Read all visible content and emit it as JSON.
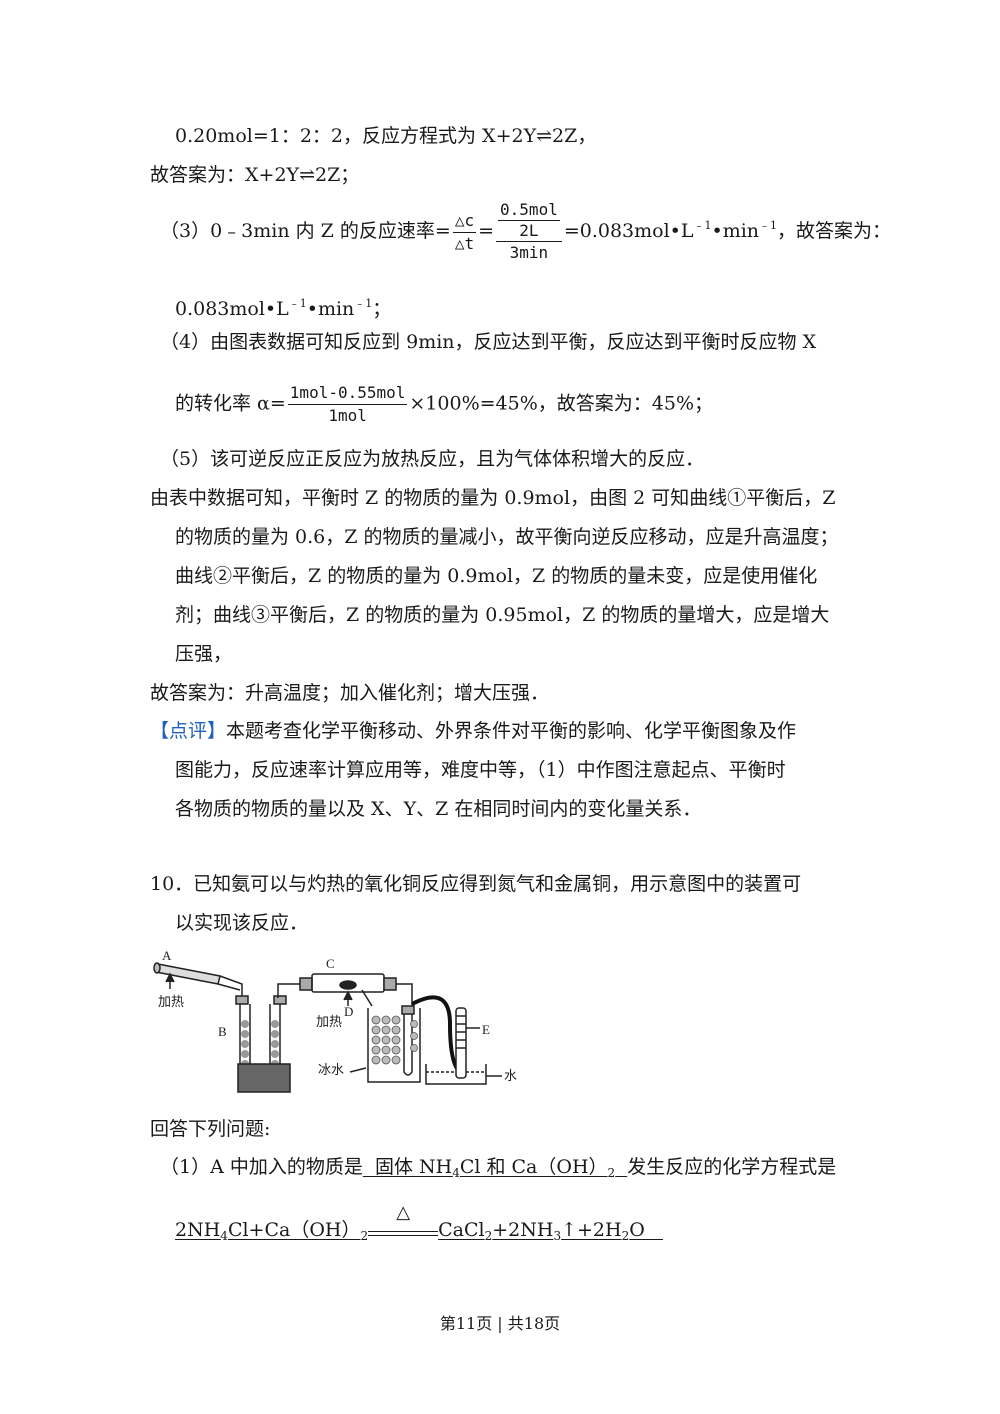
{
  "lines": {
    "l1": "0.20mol=1：2：2，反应方程式为 X+2Y⇌2Z，",
    "l2": "故答案为：X+2Y⇌2Z；",
    "l3_pre": "（3）0﹣3min 内 Z 的反应速率=",
    "l3_f1_num": "△c",
    "l3_f1_den": "△t",
    "l3_eq": "=",
    "l3_f2_num_a": "0.5mol",
    "l3_f2_num_b": "2L",
    "l3_f2_den": "3min",
    "l3_post_a": "=0.083mol•L",
    "l3_sup1": "﹣1",
    "l3_post_b": "•min",
    "l3_sup2": "﹣1",
    "l3_post_c": "，故答案为：",
    "l4_a": "0.083mol•L",
    "l4_sup1": "﹣1",
    "l4_b": "•min",
    "l4_sup2": "﹣1",
    "l4_c": "；",
    "l5": "（4）由图表数据可知反应到 9min，反应达到平衡，反应达到平衡时反应物 X",
    "l6_pre": "的转化率 α=",
    "l6_num": "1mol-0.55mol",
    "l6_den": "1mol",
    "l6_post": "×100%=45%，故答案为：45%；",
    "l7": "（5）该可逆反应正反应为放热反应，且为气体体积增大的反应．",
    "l8": "由表中数据可知，平衡时 Z 的物质的量为 0.9mol，由图 2 可知曲线①平衡后，Z",
    "l9": "的物质的量为 0.6，Z 的物质的量减小，故平衡向逆反应移动，应是升高温度；",
    "l10": "曲线②平衡后，Z 的物质的量为 0.9mol，Z 的物质的量未变，应是使用催化",
    "l11": "剂；曲线③平衡后，Z 的物质的量为 0.95mol，Z 的物质的量增大，应是增大",
    "l12": "压强，",
    "l13": "故答案为：升高温度；加入催化剂；增大压强．",
    "l14_tag": "【点评】",
    "l14": "本题考查化学平衡移动、外界条件对平衡的影响、化学平衡图象及作",
    "l15": "图能力，反应速率计算应用等，难度中等，（1）中作图注意起点、平衡时",
    "l16": "各物质的物质的量以及 X、Y、Z 在相同时间内的变化量关系．",
    "l17": "10．已知氨可以与灼热的氧化铜反应得到氮气和金属铜，用示意图中的装置可",
    "l18": "以实现该反应．",
    "l19": "回答下列问题:",
    "l20_pre": "（1）A 中加入的物质是",
    "l20_ans_a": "  固体 NH",
    "l20_ans_sub1": "4",
    "l20_ans_b": "Cl 和 Ca（OH）",
    "l20_ans_sub2": "2",
    "l20_ans_c": "  ",
    "l20_post": "发生反应的化学方程式是",
    "l21_a": "2NH",
    "l21_sub1": "4",
    "l21_b": "Cl+Ca（OH）",
    "l21_sub2": "2",
    "l21_delta": "△",
    "l21_c": "CaCl",
    "l21_sub3": "2",
    "l21_d": "+2NH",
    "l21_sub4": "3",
    "l21_e": "↑+2H",
    "l21_sub5": "2",
    "l21_f": "O   "
  },
  "figure": {
    "label_A": "A",
    "label_B": "B",
    "label_C": "C",
    "label_D": "D",
    "label_E": "E",
    "heat_1": "加热",
    "heat_2": "加热",
    "ice_water": "冰水",
    "water": "水"
  },
  "footer": "第11页 | 共18页"
}
